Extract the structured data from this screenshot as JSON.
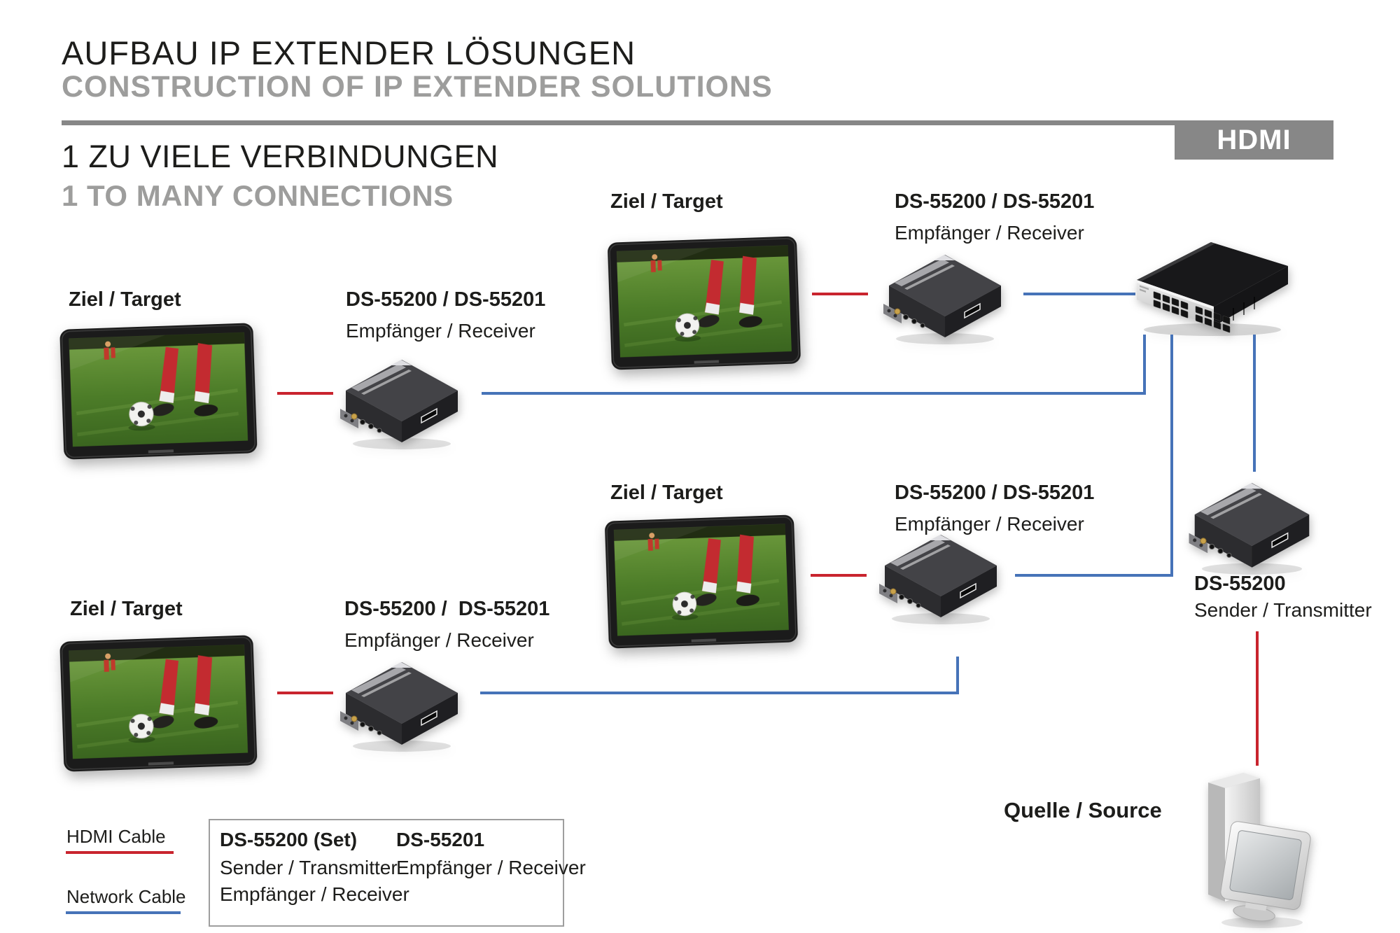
{
  "header": {
    "title_de": "AUFBAU IP EXTENDER LÖSUNGEN",
    "title_en": "CONSTRUCTION OF IP EXTENDER SOLUTIONS",
    "heading_de": "1 ZU VIELE VERBINDUNGEN",
    "heading_en": "1 TO MANY CONNECTIONS",
    "hdmi_badge": "HDMI"
  },
  "diagram": {
    "target_label": "Ziel / Target",
    "receiver_model": "DS-55200 / DS-55201",
    "receiver_model_wide": "DS-55200 /  DS-55201",
    "receiver_role": "Empfänger / Receiver",
    "transmitter_model": "DS-55200",
    "transmitter_role": "Sender / Transmitter",
    "source_label": "Quelle / Source"
  },
  "legend": {
    "hdmi_cable_label": "HDMI Cable",
    "network_cable_label": "Network Cable",
    "set_title": "DS-55200 (Set)",
    "set_line1": "Sender / Transmitter",
    "set_line2": "Empfänger / Receiver",
    "unit_title": "DS-55201",
    "unit_line1": "Empfänger / Receiver"
  },
  "colors": {
    "hdmi-red": "#c9242e",
    "network-blue": "#4673b8",
    "gray-text": "#9d9d9c",
    "gray-bar": "#878787",
    "ink": "#1d1d1b"
  }
}
